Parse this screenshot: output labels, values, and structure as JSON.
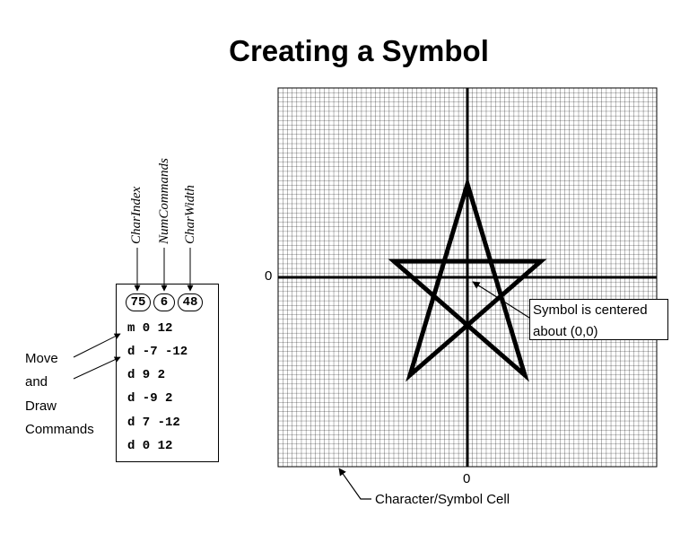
{
  "title": "Creating a Symbol",
  "header_fields": {
    "char_index_label": "CharIndex",
    "num_commands_label": "NumCommands",
    "char_width_label": "CharWidth",
    "char_index": "75",
    "num_commands": "6",
    "char_width": "48"
  },
  "commands": [
    "m 0 12",
    "d -7 -12",
    "d 9 2",
    "d -9 2",
    "d 7 -12",
    "d 0 12"
  ],
  "side_label": [
    "Move",
    "and",
    "Draw",
    "Commands"
  ],
  "axes": {
    "x_zero": "0",
    "y_zero": "0"
  },
  "callout": {
    "line1": "Symbol is centered",
    "line2": "about (0,0)"
  },
  "cell_label": "Character/Symbol Cell"
}
